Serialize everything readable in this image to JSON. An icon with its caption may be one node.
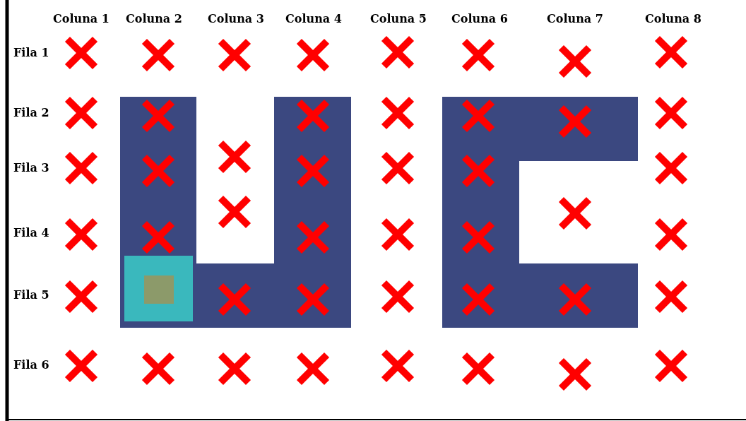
{
  "diagram": {
    "labels": [
      "Coluna 1",
      "Coluna 2",
      "Coluna 3",
      "Coluna 4",
      "Coluna 5",
      "Coluna 6",
      "Coluna 7",
      "Coluna 8",
      "Fila 1",
      "Fila 2",
      "Fila 3",
      "Fila 4",
      "Fila 5",
      "Fila 6"
    ]
  }
}
